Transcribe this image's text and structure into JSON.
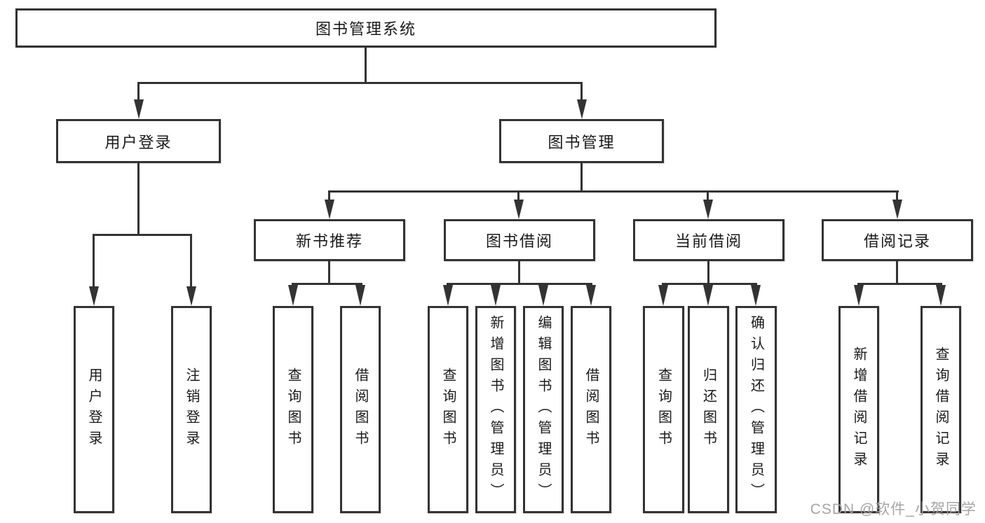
{
  "diagram": {
    "root": {
      "label": "图书管理系统"
    },
    "level2": [
      {
        "id": "user-login",
        "label": "用户登录"
      },
      {
        "id": "book-management",
        "label": "图书管理"
      }
    ],
    "level3": [
      {
        "id": "new-book-recommend",
        "label": "新书推荐"
      },
      {
        "id": "book-borrow",
        "label": "图书借阅"
      },
      {
        "id": "current-borrow",
        "label": "当前借阅"
      },
      {
        "id": "borrow-records",
        "label": "借阅记录"
      }
    ],
    "leaves": {
      "user_login": [
        {
          "label": "用户登录"
        },
        {
          "label": "注销登录"
        }
      ],
      "new_book_recommend": [
        {
          "label": "查询图书"
        },
        {
          "label": "借阅图书"
        }
      ],
      "book_borrow": [
        {
          "label": "查询图书"
        },
        {
          "label": "新增图书（管理员）"
        },
        {
          "label": "编辑图书（管理员）"
        },
        {
          "label": "借阅图书"
        }
      ],
      "current_borrow": [
        {
          "label": "查询图书"
        },
        {
          "label": "归还图书"
        },
        {
          "label": "确认归还（管理员）"
        }
      ],
      "borrow_records": [
        {
          "label": "新增借阅记录"
        },
        {
          "label": "查询借阅记录"
        }
      ]
    }
  },
  "watermark": {
    "text": "CSDN @软件_小贺同学"
  },
  "colors": {
    "line": "#333333",
    "box_border": "#333333",
    "box_fill": "#ffffff",
    "text": "#1a1a1a",
    "watermark": "#a0a0a0",
    "background": "#ffffff"
  }
}
